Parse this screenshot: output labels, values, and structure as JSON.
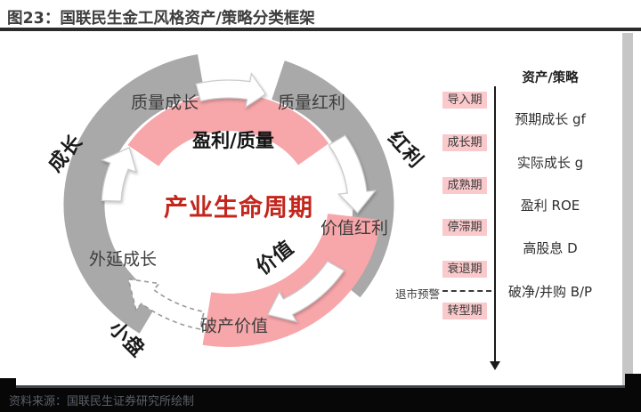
{
  "header": {
    "title": "图23：国联民生金工风格资产/策略分类框架"
  },
  "diagram": {
    "center_label": "产业生命周期",
    "band_label": "盈利/质量",
    "ring_labels": {
      "quality_growth": "质量成长",
      "quality_dividend": "质量红利",
      "external_growth": "外延成长",
      "value_dividend": "价值红利",
      "bankruptcy_value": "破产价值"
    },
    "style_labels": {
      "growth": "成长",
      "dividend": "红利",
      "value": "价值",
      "small_cap": "小盘"
    }
  },
  "side_panel": {
    "header": "资产/策略",
    "stages": [
      "导入期",
      "成长期",
      "成熟期",
      "停滞期",
      "衰退期",
      "转型期"
    ],
    "strategies": [
      "预期成长 gf",
      "实际成长 g",
      "盈利 ROE",
      "高股息 D",
      "破净/并购 B/P"
    ],
    "delisting_warning": "退市预警"
  },
  "footer": {
    "source": "资料来源：国联民生证券研究所绘制"
  },
  "colors": {
    "ring_gray": "#A9A9A9",
    "band_pink": "#F7A6AA",
    "stage_badge_bg": "#F9C9CB",
    "accent_red": "#C3261C",
    "title_text": "#3D3D3D",
    "footer_text": "#5A6068",
    "footer_bar": "#070707"
  }
}
